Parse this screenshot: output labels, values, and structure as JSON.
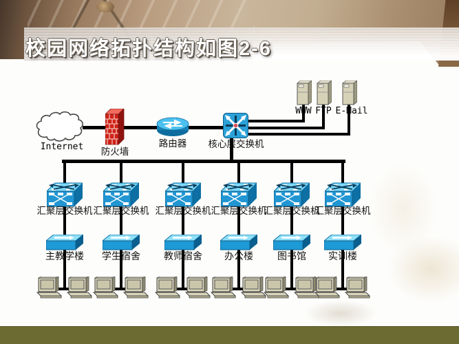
{
  "title": "校园网络拓扑结构如图2-6",
  "diagram": {
    "internet": "Internet",
    "firewall": "防火墙",
    "router": "路由器",
    "core_switch": "核心层交换机",
    "servers": [
      "WWW",
      "FTP",
      "E-Mail"
    ],
    "agg_switch": "汇聚层交换机",
    "buildings": [
      "主教学楼",
      "学生宿舍",
      "教师宿舍",
      "办公楼",
      "图书馆",
      "实训楼"
    ]
  },
  "colors": {
    "device_blue": "#2196d3",
    "device_light_blue": "#7fd8f7",
    "firewall_red": "#cf2218",
    "server_beige": "#d6d2b8",
    "bottom_bar_olive": "#6b6b32",
    "banner_brown": "#b99d80",
    "link_black": "#000000"
  }
}
